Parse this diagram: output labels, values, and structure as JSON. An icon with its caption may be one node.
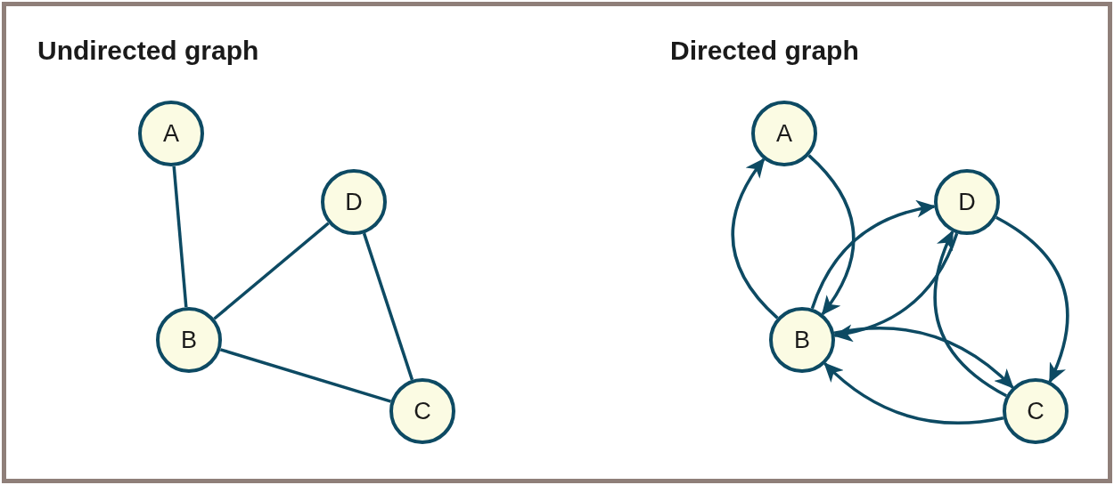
{
  "diagram": {
    "nodes": [
      {
        "text": [
          "A"
        ]
      },
      {
        "text": [
          "D"
        ]
      },
      {
        "text": [
          "B"
        ]
      },
      {
        "text": [
          "C"
        ]
      },
      {
        "text": [
          "A"
        ]
      },
      {
        "text": [
          "D"
        ]
      },
      {
        "text": [
          "B"
        ]
      },
      {
        "text": [
          "C"
        ]
      }
    ],
    "edges": [
      {
        "from": 0,
        "to": 2,
        "arrow": "none"
      },
      {
        "from": 2,
        "to": 1,
        "arrow": "none"
      },
      {
        "from": 1,
        "to": 3,
        "arrow": "none"
      },
      {
        "from": 2,
        "to": 3,
        "arrow": "none"
      },
      {
        "from": 6,
        "to": 4,
        "arrow": "to"
      },
      {
        "from": 4,
        "to": 6,
        "arrow": "to"
      },
      {
        "from": 6,
        "to": 5,
        "arrow": "to"
      },
      {
        "from": 5,
        "to": 6,
        "arrow": "to"
      },
      {
        "from": 5,
        "to": 7,
        "arrow": "to"
      },
      {
        "from": 7,
        "to": 5,
        "arrow": "to"
      },
      {
        "from": 6,
        "to": 7,
        "arrow": "to"
      },
      {
        "from": 7,
        "to": 6,
        "arrow": "to"
      }
    ],
    "labels": [
      "Undirected graph",
      "Directed graph"
    ]
  }
}
